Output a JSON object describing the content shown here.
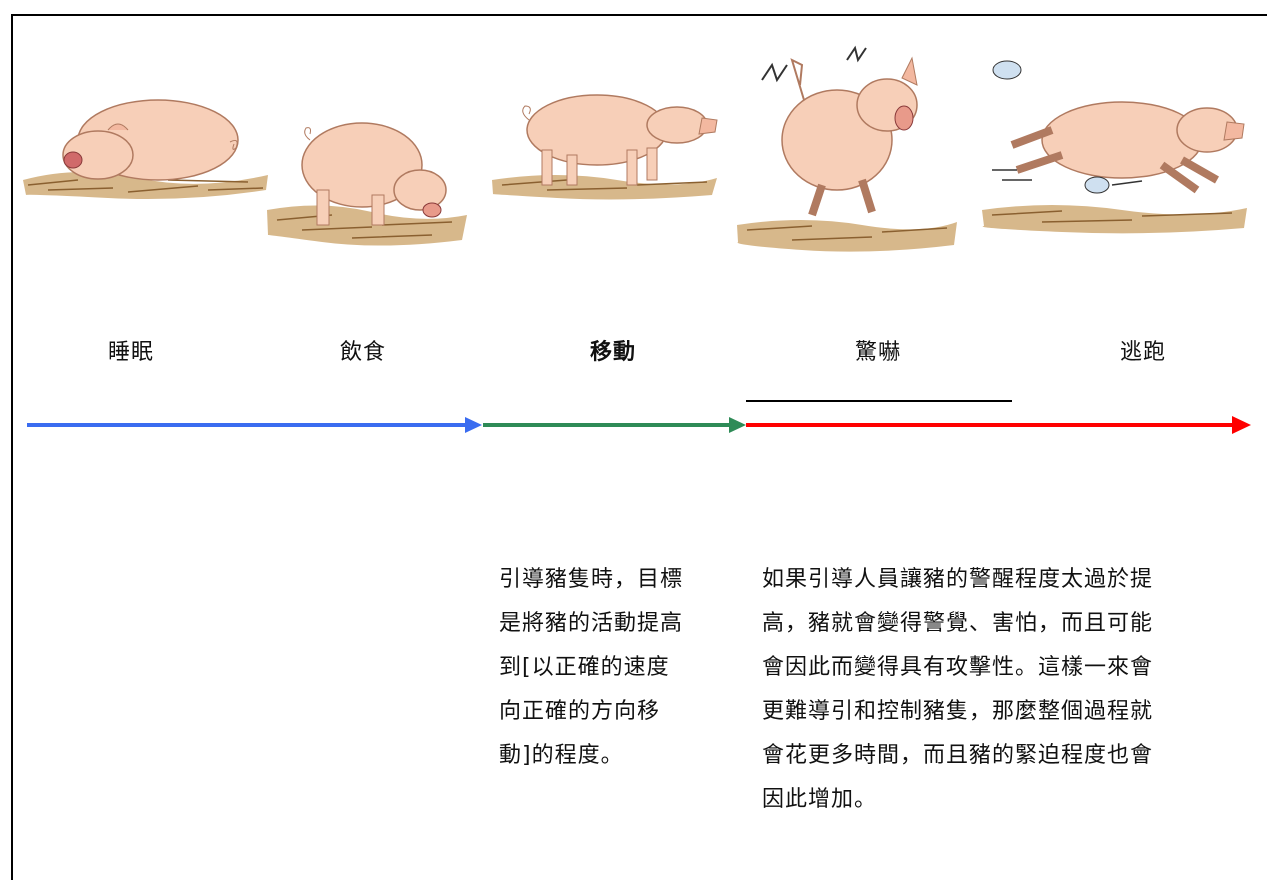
{
  "stages": [
    {
      "label": "睡眠",
      "bold": false
    },
    {
      "label": "飲食",
      "bold": false
    },
    {
      "label": "移動",
      "bold": true
    },
    {
      "label": "驚嚇",
      "bold": false
    },
    {
      "label": "逃跑",
      "bold": false
    }
  ],
  "arrow_colors": {
    "blue": "#3a6cf0",
    "green": "#2e8b57",
    "red": "#ff0000"
  },
  "text_left_lines": [
    "引導豬隻時，目標",
    "是將豬的活動提高",
    "到[以正確的速度",
    "向正確的方向移",
    "動]的程度。"
  ],
  "text_right_lines": [
    "如果引導人員讓豬的警醒程度太過於提",
    "高，豬就會變得警覺、害怕，而且可能",
    "會因此而變得具有攻擊性。這樣一來會",
    "更難導引和控制豬隻，那麼整個過程就",
    "會花更多時間，而且豬的緊迫程度也會",
    "因此增加。"
  ]
}
